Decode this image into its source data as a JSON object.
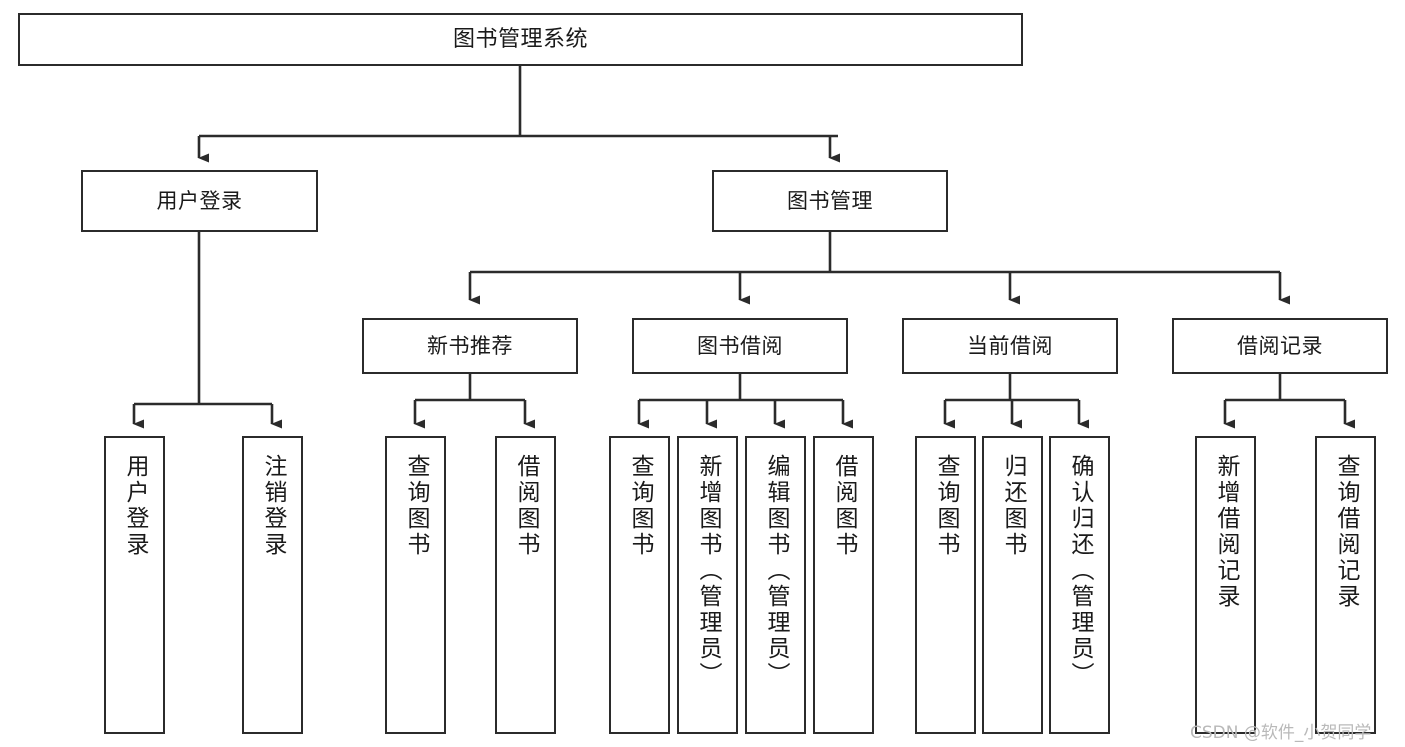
{
  "diagram": {
    "title": "图书管理系统",
    "type": "hierarchy-tree",
    "colors": {
      "box_border": "#2b2b2b",
      "box_fill": "#ffffff",
      "edge": "#2b2b2b",
      "text": "#1a1a1a",
      "watermark": "#b9b9b9",
      "background": "#ffffff"
    },
    "root": {
      "label": "图书管理系统"
    },
    "level2": [
      {
        "label": "用户登录"
      },
      {
        "label": "图书管理"
      }
    ],
    "level3": [
      {
        "label": "新书推荐"
      },
      {
        "label": "图书借阅"
      },
      {
        "label": "当前借阅"
      },
      {
        "label": "借阅记录"
      }
    ],
    "leaves_user_login": [
      {
        "label": "用户登录"
      },
      {
        "label": "注销登录"
      }
    ],
    "leaves_new_book": [
      {
        "label": "查询图书"
      },
      {
        "label": "借阅图书"
      }
    ],
    "leaves_borrow": [
      {
        "label": "查询图书"
      },
      {
        "label": "新增图书（管理员）"
      },
      {
        "label": "编辑图书（管理员）"
      },
      {
        "label": "借阅图书"
      }
    ],
    "leaves_current": [
      {
        "label": "查询图书"
      },
      {
        "label": "归还图书"
      },
      {
        "label": "确认归还（管理员）"
      }
    ],
    "leaves_record": [
      {
        "label": "新增借阅记录"
      },
      {
        "label": "查询借阅记录"
      }
    ],
    "watermark": "CSDN @软件_小贺同学"
  }
}
